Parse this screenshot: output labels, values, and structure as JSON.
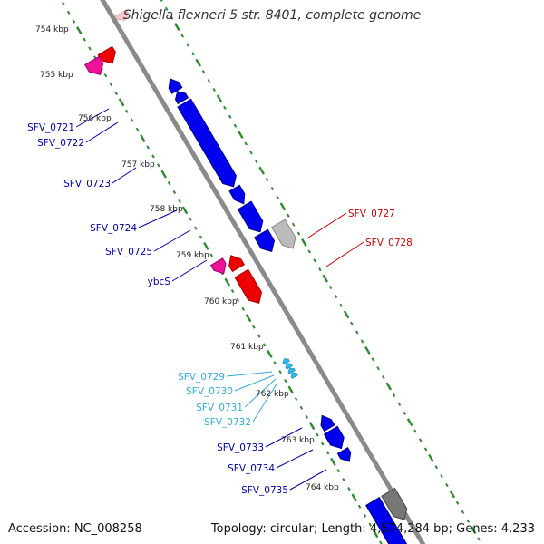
{
  "header": {
    "title": "Shigella flexneri 5 str. 8401, complete genome"
  },
  "footer": {
    "accession": "Accession: NC_008258",
    "summary": "Topology: circular; Length: 4,574,284 bp; Genes: 4,233"
  },
  "colors": {
    "backbone": "#8a8a8a",
    "tick": "#2e8b2e",
    "gene_blue": "#0000ee",
    "gene_red": "#ee0000",
    "gene_pink": "#ee1199",
    "gene_cyan": "#33bbee",
    "gene_gray": "#bbbbbb",
    "label_blue": "#0000aa",
    "label_red": "#cc0000",
    "label_cyan": "#33aadd"
  },
  "scale_labels": [
    "754 kbp",
    "755 kbp",
    "756 kbp",
    "757 kbp",
    "758 kbp",
    "759 kbp",
    "760 kbp",
    "761 kbp",
    "762 kbp",
    "763 kbp",
    "764 kbp"
  ],
  "genes": [
    {
      "name": "SFV_0721",
      "color": "blue"
    },
    {
      "name": "SFV_0722",
      "color": "blue"
    },
    {
      "name": "SFV_0723",
      "color": "blue"
    },
    {
      "name": "SFV_0724",
      "color": "blue"
    },
    {
      "name": "SFV_0725",
      "color": "blue"
    },
    {
      "name": "ybcS",
      "color": "blue"
    },
    {
      "name": "SFV_0727",
      "color": "red"
    },
    {
      "name": "SFV_0728",
      "color": "red"
    },
    {
      "name": "SFV_0729",
      "color": "cyan"
    },
    {
      "name": "SFV_0730",
      "color": "cyan"
    },
    {
      "name": "SFV_0731",
      "color": "cyan"
    },
    {
      "name": "SFV_0732",
      "color": "cyan"
    },
    {
      "name": "SFV_0733",
      "color": "blue"
    },
    {
      "name": "SFV_0734",
      "color": "blue"
    },
    {
      "name": "SFV_0735",
      "color": "blue"
    }
  ]
}
